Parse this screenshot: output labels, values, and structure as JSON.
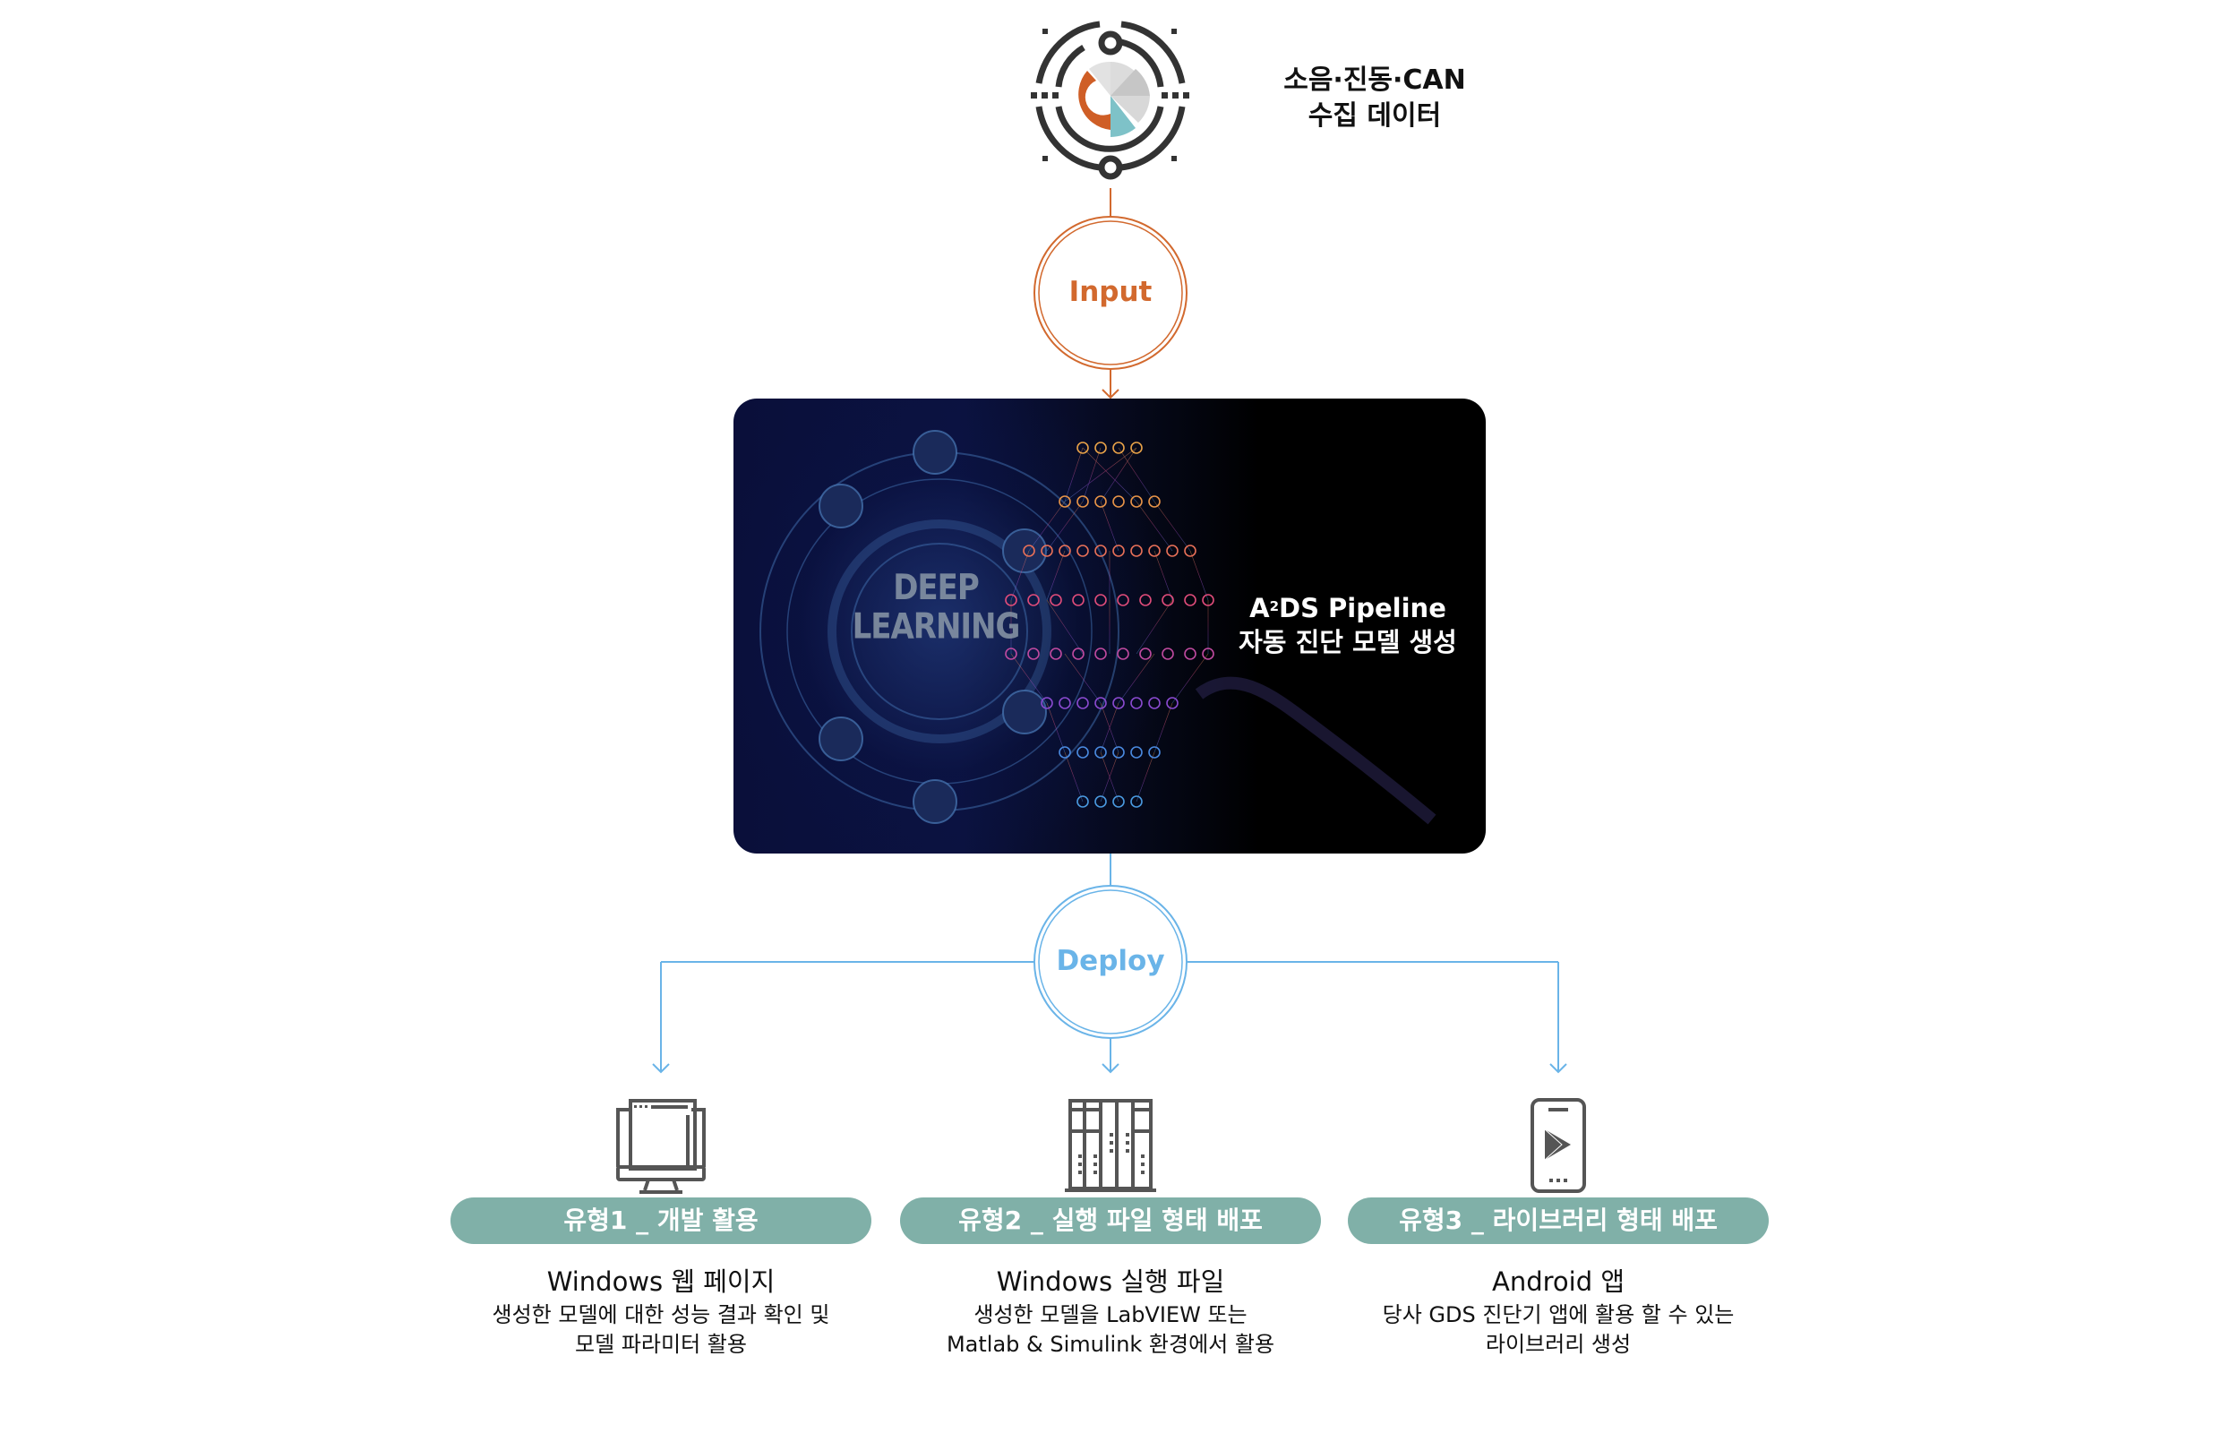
{
  "source": {
    "icon": "data-collection-radar-icon",
    "label_line1": "소음·진동·CAN",
    "label_line2": "수집 데이터"
  },
  "input_node": {
    "label": "Input",
    "color": "#d2692e"
  },
  "pipeline": {
    "image_text": "DEEP LEARNING",
    "title_prefix": "A",
    "title_superscript": "2",
    "title_suffix": "DS Pipeline",
    "subtitle": "자동 진단 모델 생성"
  },
  "deploy_node": {
    "label": "Deploy",
    "color": "#6ab4e8"
  },
  "pill_color": "#80b0a8",
  "options": [
    {
      "icon": "desktop-monitor-icon",
      "badge": "유형1 _ 개발 활용",
      "title": "Windows 웹 페이지",
      "desc_line1": "생성한 모델에 대한 성능 결과 확인 및",
      "desc_line2": "모델 파라미터 활용"
    },
    {
      "icon": "server-rack-icon",
      "badge": "유형2 _ 실행 파일 형태 배포",
      "title": "Windows 실행 파일",
      "desc_line1": "생성한 모델을 LabVIEW 또는",
      "desc_line2": "Matlab & Simulink 환경에서 활용"
    },
    {
      "icon": "mobile-play-store-icon",
      "badge": "유형3 _ 라이브러리 형태 배포",
      "title": "Android 앱",
      "desc_line1": "당사 GDS 진단기 앱에 활용 할 수 있는",
      "desc_line2": "라이브러리 생성"
    }
  ]
}
